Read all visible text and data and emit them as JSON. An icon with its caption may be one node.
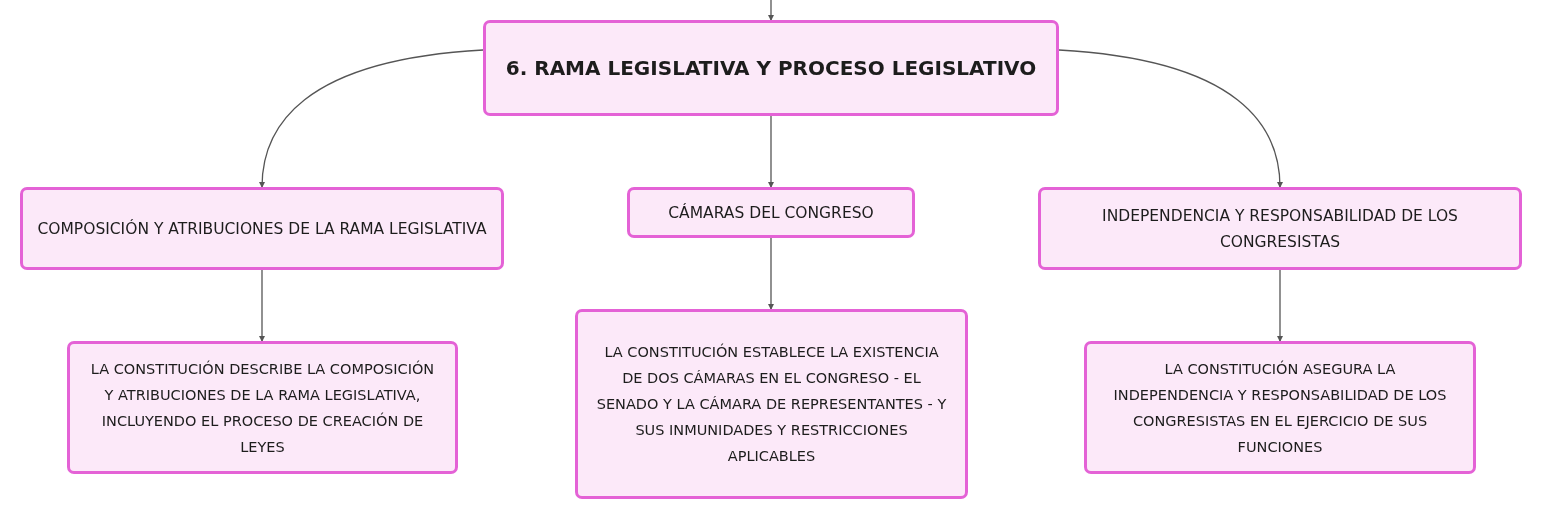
{
  "diagram": {
    "nodes": [
      {
        "text": [
          "6. RAMA LEGISLATIVA Y PROCESO LEGISLATIVO"
        ]
      },
      {
        "text": [
          "COMPOSICIÓN Y ATRIBUCIONES DE LA RAMA LEGISLATIVA"
        ]
      },
      {
        "text": [
          "CÁMARAS DEL CONGRESO"
        ]
      },
      {
        "text": [
          "INDEPENDENCIA Y RESPONSABILIDAD DE LOS CONGRESISTAS"
        ]
      },
      {
        "text": [
          "LA CONSTITUCIÓN DESCRIBE LA COMPOSICIÓN Y ATRIBUCIONES DE LA RAMA LEGISLATIVA, INCLUYENDO EL PROCESO DE CREACIÓN DE LEYES"
        ]
      },
      {
        "text": [
          "LA CONSTITUCIÓN ESTABLECE LA EXISTENCIA DE DOS CÁMARAS EN EL CONGRESO - EL SENADO Y LA CÁMARA DE REPRESENTANTES - Y SUS INMUNIDADES Y RESTRICCIONES APLICABLES"
        ]
      },
      {
        "text": [
          "LA CONSTITUCIÓN ASEGURA LA INDEPENDENCIA Y RESPONSABILIDAD DE LOS CONGRESISTAS EN EL EJERCICIO DE SUS FUNCIONES"
        ]
      }
    ],
    "edges": [
      {
        "from": null,
        "to": 0,
        "arrow": "to"
      },
      {
        "from": 0,
        "to": 1,
        "arrow": "to"
      },
      {
        "from": 0,
        "to": 2,
        "arrow": "to"
      },
      {
        "from": 0,
        "to": 3,
        "arrow": "to"
      },
      {
        "from": 1,
        "to": 4,
        "arrow": "to"
      },
      {
        "from": 2,
        "to": 5,
        "arrow": "to"
      },
      {
        "from": 3,
        "to": 6,
        "arrow": "to"
      }
    ]
  }
}
